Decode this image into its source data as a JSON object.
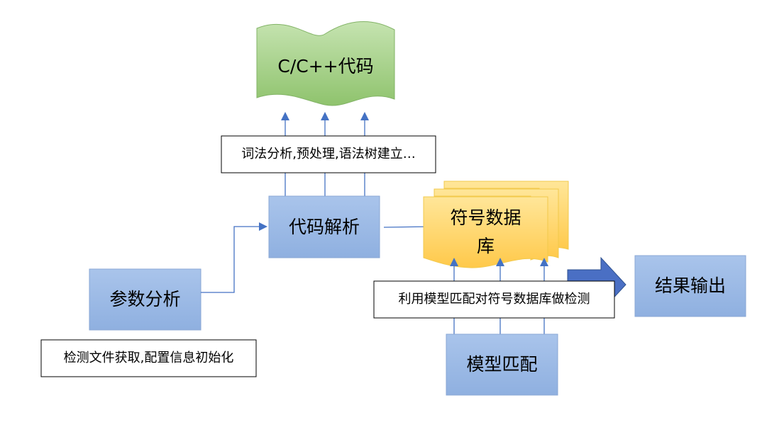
{
  "nodes": {
    "source_code": "C/C++代码",
    "code_parsing": "代码解析",
    "parse_details": "词法分析,预处理,语法树建立…",
    "param_analysis": "参数分析",
    "param_details": "检测文件获取,配置信息初始化",
    "symbol_db_line1": "符号数据",
    "symbol_db_line2": "库",
    "match_details": "利用模型匹配对符号数据库做检测",
    "model_matching": "模型匹配",
    "result_output": "结果输出"
  },
  "colors": {
    "box_fill_top": "#a9c4eb",
    "box_fill_bottom": "#8fb0e0",
    "box_stroke": "#8aa7d4",
    "code_fill_top": "#c5e3b0",
    "code_fill_bottom": "#8fc36d",
    "code_stroke": "#82b366",
    "db_fill_top": "#ffe699",
    "db_fill_bottom": "#ffc94a",
    "db_stroke": "#f2c94c",
    "arrow": "#4472c4",
    "block_arrow": "#4a6fc4",
    "block_arrow_stroke": "#2f528f"
  },
  "icons": {
    "block_arrow": "right-block-arrow-icon"
  }
}
